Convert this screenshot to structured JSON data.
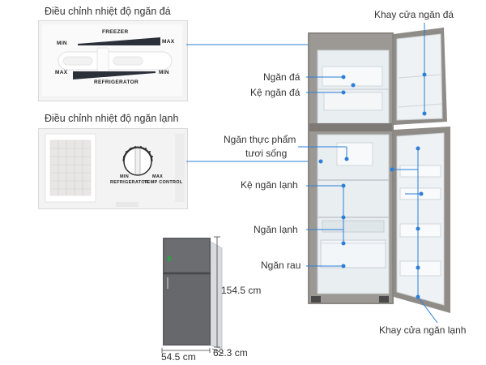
{
  "top_left_title": "Điều chỉnh nhiệt độ ngăn đá",
  "bottom_left_title": "Điều chỉnh nhiệt độ ngăn lạnh",
  "freezer_dial": {
    "freezer": "FREEZER",
    "refrigerator": "REFRIGERATOR",
    "min": "MIN",
    "max": "MAX"
  },
  "fridge_dial": {
    "min": "MIN",
    "max": "MAX",
    "refrigerator": "REFRIGERATOR",
    "temp_control": "TEMP CONTROL"
  },
  "callouts": {
    "ngan_da": "Ngăn đá",
    "ke_ngan_da": "Kệ ngăn đá",
    "ngan_thuc_pham_1": "Ngăn thực phẩm",
    "ngan_thuc_pham_2": "tươi sống",
    "ke_ngan_lanh": "Kệ ngăn lạnh",
    "ngan_lanh": "Ngăn lạnh",
    "ngan_rau": "Ngăn rau",
    "khay_cua_ngan_da": "Khay cửa ngăn đá",
    "khay_cua_ngan_lanh": "Khay cửa ngăn lạnh"
  },
  "dimensions": {
    "height": "154.5 cm",
    "width": "54.5 cm",
    "depth": "62.3 cm"
  },
  "colors": {
    "callout_blue": "#2b7fd8",
    "fridge_body": "#8a8682",
    "interior": "#e8eef2"
  }
}
